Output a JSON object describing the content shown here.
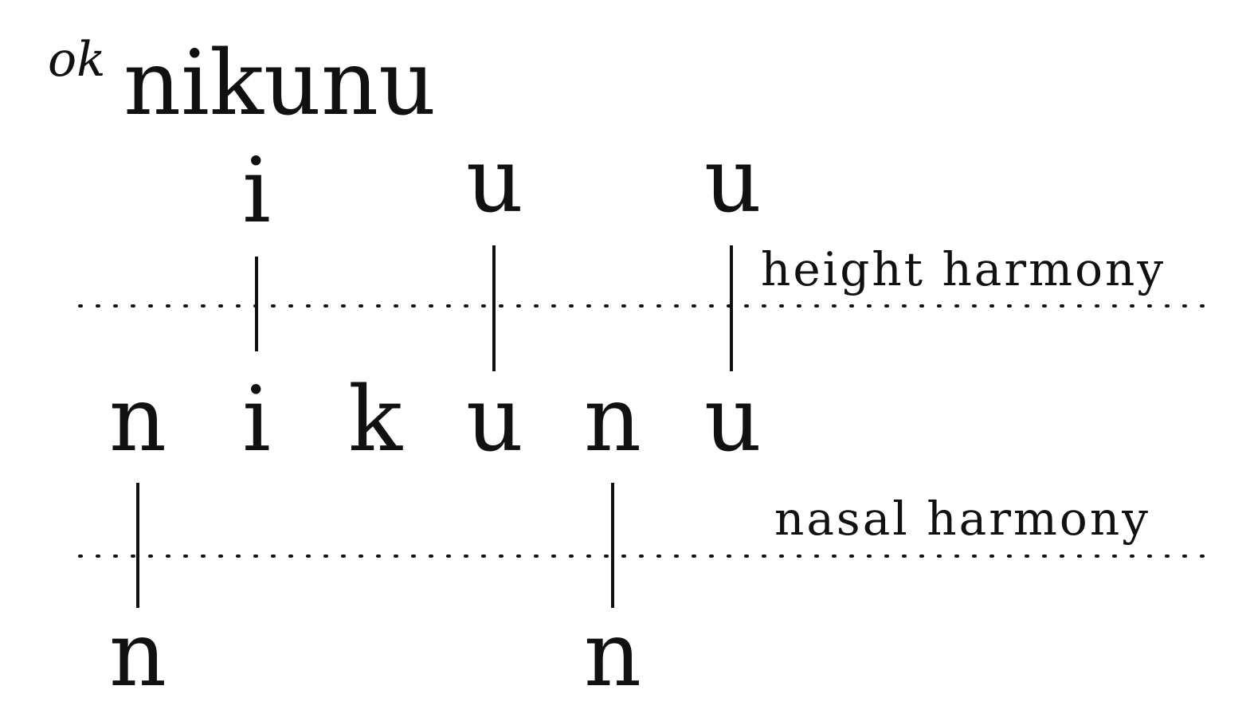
{
  "title": {
    "judgement_mark": "ok",
    "word": "nikunu"
  },
  "height_tier": {
    "label": "height harmony",
    "segments": [
      "i",
      "u",
      "u"
    ]
  },
  "root_tier": {
    "segments": [
      "n",
      "i",
      "k",
      "u",
      "n",
      "u"
    ]
  },
  "nasal_tier": {
    "label": "nasal harmony",
    "segments": [
      "n",
      "n"
    ]
  }
}
